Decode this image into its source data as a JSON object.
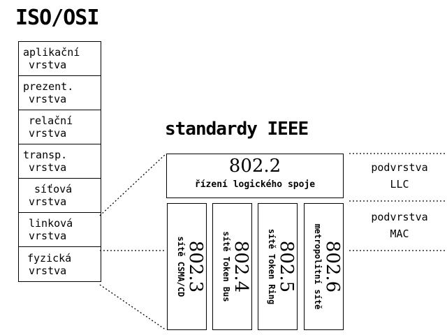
{
  "osi": {
    "title": "ISO/OSI",
    "layers": [
      {
        "line1": "aplikační",
        "line2": "vrstva"
      },
      {
        "line1": "prezent.",
        "line2": "vrstva"
      },
      {
        "line1": "relační",
        "line2": "vrstva"
      },
      {
        "line1": "transp.",
        "line2": "vrstva"
      },
      {
        "line1": "síťová",
        "line2": "vrstva"
      },
      {
        "line1": "linková",
        "line2": "vrstva"
      },
      {
        "line1": "fyzická",
        "line2": "vrstva"
      }
    ]
  },
  "ieee": {
    "title": "standardy IEEE",
    "llc": {
      "number": "802.2",
      "label": "řízení logického spoje"
    },
    "mac": [
      {
        "number": "802.3",
        "label": "sítě CSMA/CD"
      },
      {
        "number": "802.4",
        "label": "sítě Token Bus"
      },
      {
        "number": "802.5",
        "label": "sítě Token Ring"
      },
      {
        "number": "802.6",
        "label": "metropolitní sítě"
      }
    ]
  },
  "sublayers": {
    "llc": {
      "line1": "podvrstva",
      "line2": "LLC"
    },
    "mac": {
      "line1": "podvrstva",
      "line2": "MAC"
    }
  }
}
